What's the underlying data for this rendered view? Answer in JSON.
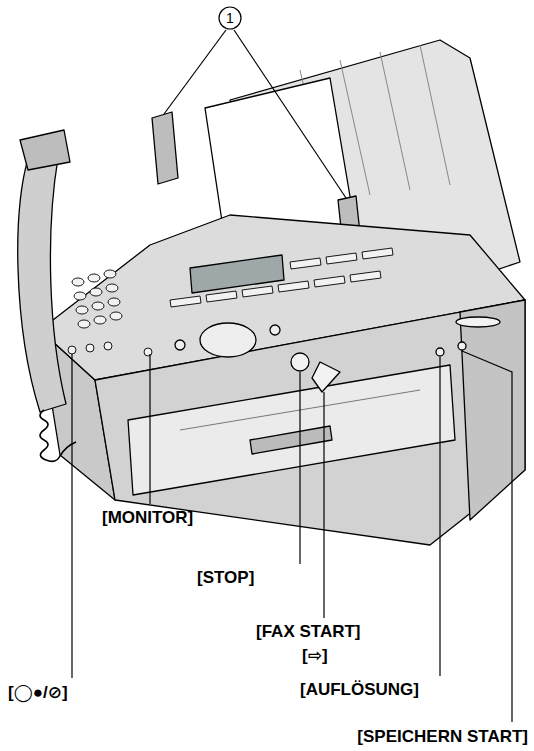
{
  "diagram": {
    "labels": [
      "1",
      "[MONITOR]",
      "[STOP]",
      "[FAX START]",
      "[⇨]",
      "[◯●/⊘]",
      "[AUFLÖSUNG]",
      "[SPEICHERN START]"
    ]
  }
}
